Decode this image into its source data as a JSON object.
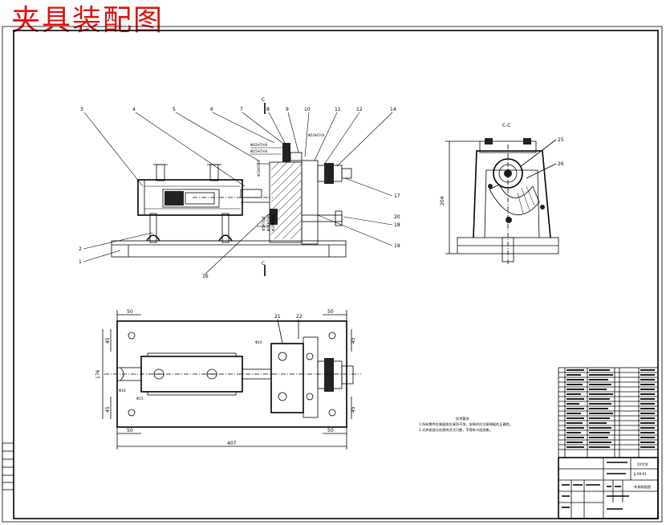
{
  "title": "夹具装配图",
  "colors": {
    "title": "#e01010",
    "line": "#000000",
    "background": "#ffffff"
  },
  "section_marks": [
    "C",
    "C"
  ],
  "section_view_label": "C-C",
  "front_view": {
    "part_numbers": [
      "3",
      "4",
      "5",
      "6",
      "7",
      "8",
      "9",
      "10",
      "11",
      "12",
      "14",
      "17",
      "18",
      "19",
      "20",
      "2",
      "1",
      "16"
    ],
    "fit_codes": [
      "Φ42H7/n6",
      "Φ15H7/n6",
      "Φ10H7/r6",
      "Φ10H7/n6",
      "Φ5H7/g6",
      "Φ14H7/k6",
      "Φ10H7/k6"
    ]
  },
  "side_view": {
    "part_numbers": [
      "25",
      "26"
    ],
    "dimensions": [
      "204"
    ]
  },
  "top_view": {
    "part_numbers": [
      "21",
      "22"
    ],
    "dimensions": [
      "50",
      "50",
      "45",
      "45",
      "176",
      "45",
      "45",
      "50",
      "50",
      "407"
    ],
    "hole_labels": [
      "Φ10",
      "Φ18",
      "Φ15"
    ]
  },
  "tech_requirements": {
    "title": "技术要求",
    "items": [
      "1.所有零件在装配前应清洗干净，安装时应注意装配的正确性。",
      "2.对夹紧部分应保持灵活可靠，不得有卡阻现象。"
    ]
  },
  "title_block": {
    "school": "XX大学",
    "drawing_no": "JJ-09-01",
    "drawing_name": "夹具装配图"
  }
}
